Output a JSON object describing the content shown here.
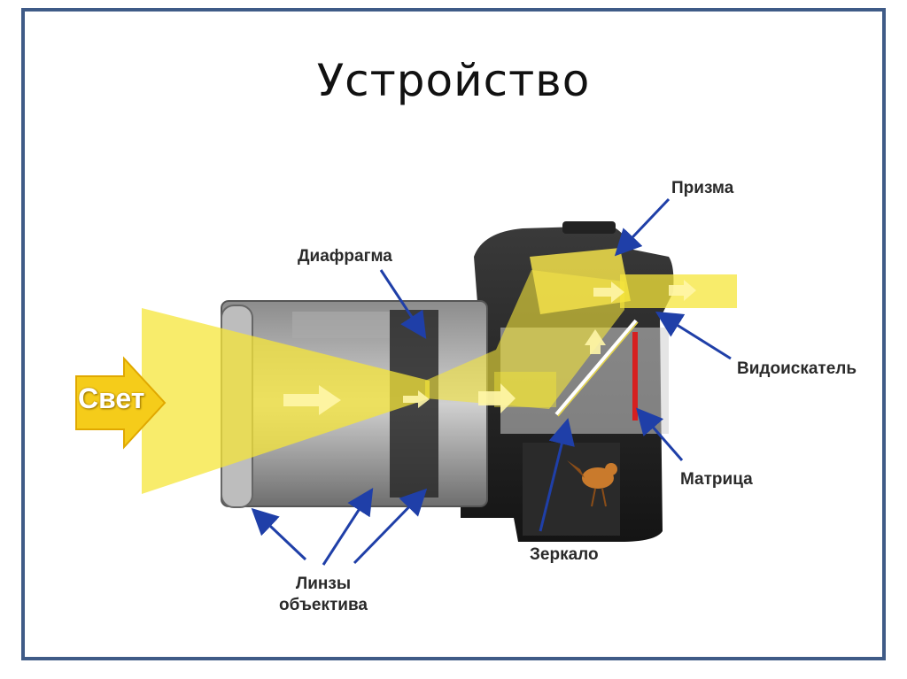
{
  "title": "Устройство",
  "labels": {
    "light": "Свет",
    "prism": "Призма",
    "aperture": "Диафрагма",
    "viewfinder": "Видоискатель",
    "sensor": "Матрица",
    "mirror": "Зеркало",
    "lenses_line1": "Линзы",
    "lenses_line2": "объектива"
  },
  "colors": {
    "frame": "#3f5b87",
    "light_beam": "#f5e63a",
    "arrow": "#1f3fa8",
    "sensor": "#d62020"
  }
}
